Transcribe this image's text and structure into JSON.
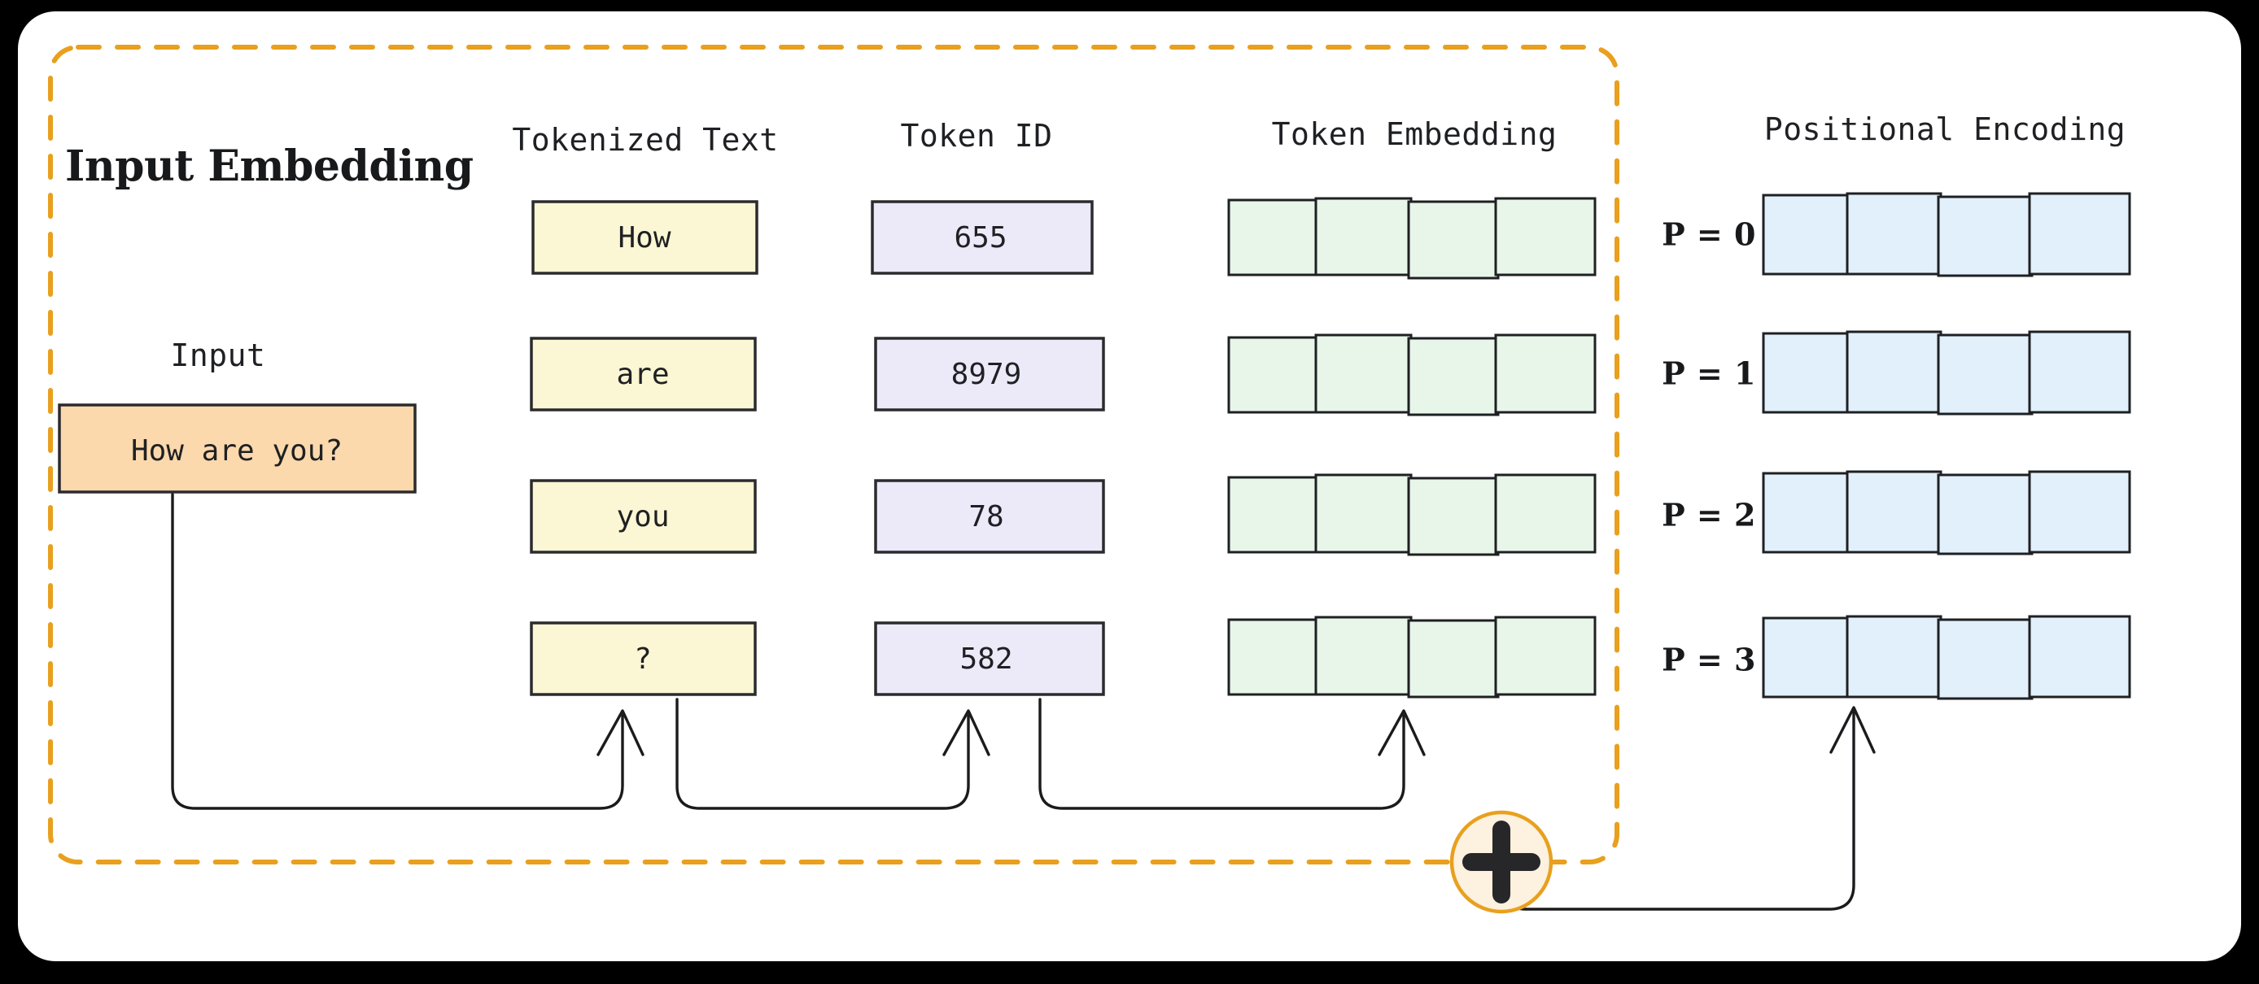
{
  "diagram": {
    "title": "Input Embedding",
    "colors": {
      "frame_border": "#111114",
      "card_bg": "#ffffff",
      "dashed_group": "#E8A01E",
      "input_box_fill": "#FBD9AC",
      "token_box_fill": "#FBF6D3",
      "token_id_box_fill": "#ECEAF9",
      "token_embedding_fill": "#E7F6E9",
      "positional_fill": "#E1F0FB",
      "box_stroke": "#2b2b2e",
      "connector": "#1b1b1d",
      "plus_fill": "#FDF1DF",
      "plus_glyph": "#27272a"
    },
    "input": {
      "label": "Input",
      "value": "How are you?"
    },
    "columns": [
      {
        "key": "tokenized_text",
        "header": "Tokenized Text"
      },
      {
        "key": "token_id",
        "header": "Token ID"
      },
      {
        "key": "token_embedding",
        "header": "Token Embedding"
      },
      {
        "key": "positional_encoding",
        "header": "Positional Encoding"
      }
    ],
    "rows": [
      {
        "tokenized_text": "How",
        "token_id": "655",
        "position_label": "P = 0"
      },
      {
        "tokenized_text": "are",
        "token_id": "8979",
        "position_label": "P = 1"
      },
      {
        "tokenized_text": "you",
        "token_id": "78",
        "position_label": "P = 2"
      },
      {
        "tokenized_text": "?",
        "token_id": "582",
        "position_label": "P = 3"
      }
    ],
    "token_embedding_cells_per_row": 4,
    "positional_cells_per_row": 4,
    "add_node": {
      "symbol": "+",
      "name": "addition-operator"
    }
  }
}
